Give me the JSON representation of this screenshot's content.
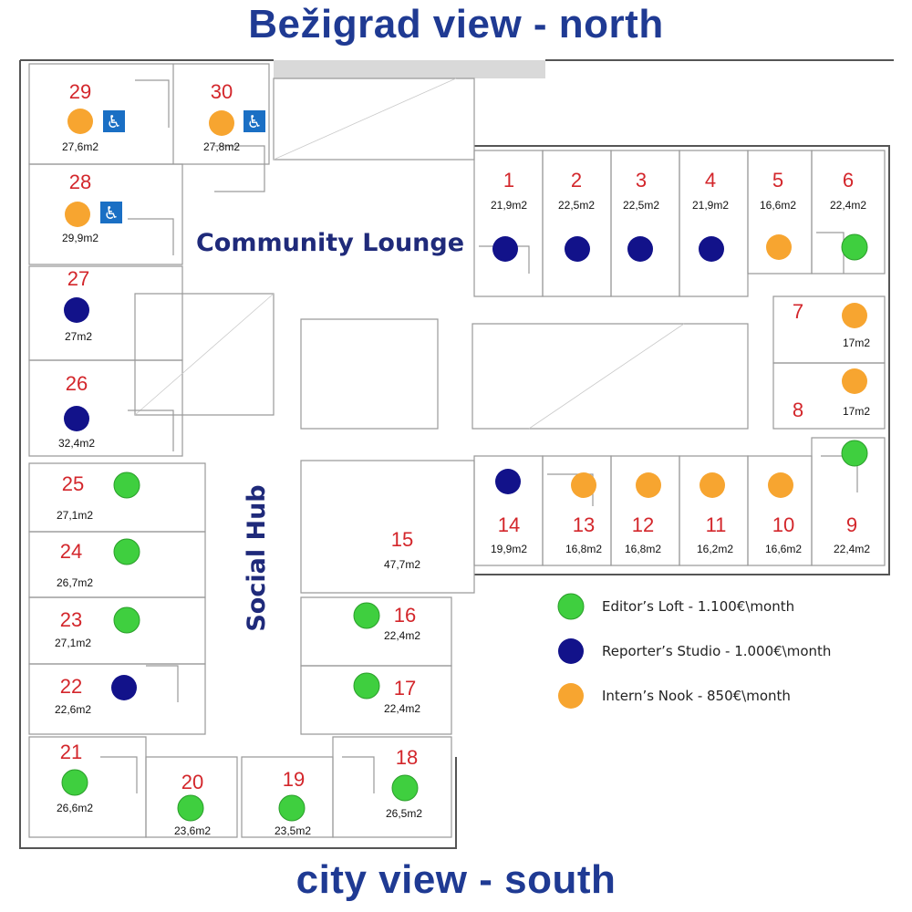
{
  "titles": {
    "top": "Bežigrad view - north",
    "bottom": "city view - south"
  },
  "zones": {
    "community_lounge": "Community Lounge",
    "social_hub": "Social Hub"
  },
  "colors": {
    "editor": "#3fcf3f",
    "reporter": "#12128a",
    "intern": "#f7a530",
    "number": "#d3262b",
    "title": "#1f3a93",
    "wheelchair": "#1a6fc4"
  },
  "legend": [
    {
      "type": "editor",
      "label": "Editor’s Loft - 1.100€\\month"
    },
    {
      "type": "reporter",
      "label": "Reporter’s Studio - 1.000€\\month"
    },
    {
      "type": "intern",
      "label": "Intern’s Nook - 850€\\month"
    }
  ],
  "rooms": [
    {
      "num": "29",
      "area": "27,6m2",
      "type": "intern",
      "accessible": true
    },
    {
      "num": "30",
      "area": "27,8m2",
      "type": "intern",
      "accessible": true
    },
    {
      "num": "28",
      "area": "29,9m2",
      "type": "intern",
      "accessible": true
    },
    {
      "num": "27",
      "area": "27m2",
      "type": "reporter",
      "accessible": false
    },
    {
      "num": "26",
      "area": "32,4m2",
      "type": "reporter",
      "accessible": false
    },
    {
      "num": "25",
      "area": "27,1m2",
      "type": "editor",
      "accessible": false
    },
    {
      "num": "24",
      "area": "26,7m2",
      "type": "editor",
      "accessible": false
    },
    {
      "num": "23",
      "area": "27,1m2",
      "type": "editor",
      "accessible": false
    },
    {
      "num": "22",
      "area": "22,6m2",
      "type": "reporter",
      "accessible": false
    },
    {
      "num": "21",
      "area": "26,6m2",
      "type": "editor",
      "accessible": false
    },
    {
      "num": "20",
      "area": "23,6m2",
      "type": "editor",
      "accessible": false
    },
    {
      "num": "19",
      "area": "23,5m2",
      "type": "editor",
      "accessible": false
    },
    {
      "num": "18",
      "area": "26,5m2",
      "type": "editor",
      "accessible": false
    },
    {
      "num": "17",
      "area": "22,4m2",
      "type": "editor",
      "accessible": false
    },
    {
      "num": "16",
      "area": "22,4m2",
      "type": "editor",
      "accessible": false
    },
    {
      "num": "15",
      "area": "47,7m2",
      "type": null,
      "accessible": false
    },
    {
      "num": "1",
      "area": "21,9m2",
      "type": "reporter",
      "accessible": false
    },
    {
      "num": "2",
      "area": "22,5m2",
      "type": "reporter",
      "accessible": false
    },
    {
      "num": "3",
      "area": "22,5m2",
      "type": "reporter",
      "accessible": false
    },
    {
      "num": "4",
      "area": "21,9m2",
      "type": "reporter",
      "accessible": false
    },
    {
      "num": "5",
      "area": "16,6m2",
      "type": "intern",
      "accessible": false
    },
    {
      "num": "6",
      "area": "22,4m2",
      "type": "editor",
      "accessible": false
    },
    {
      "num": "7",
      "area": "17m2",
      "type": "intern",
      "accessible": false
    },
    {
      "num": "8",
      "area": "17m2",
      "type": "intern",
      "accessible": false
    },
    {
      "num": "9",
      "area": "22,4m2",
      "type": "editor",
      "accessible": false
    },
    {
      "num": "10",
      "area": "16,6m2",
      "type": "intern",
      "accessible": false
    },
    {
      "num": "11",
      "area": "16,2m2",
      "type": "intern",
      "accessible": false
    },
    {
      "num": "12",
      "area": "16,8m2",
      "type": "intern",
      "accessible": false
    },
    {
      "num": "13",
      "area": "16,8m2",
      "type": "intern",
      "accessible": false
    },
    {
      "num": "14",
      "area": "19,9m2",
      "type": "reporter",
      "accessible": false
    }
  ]
}
